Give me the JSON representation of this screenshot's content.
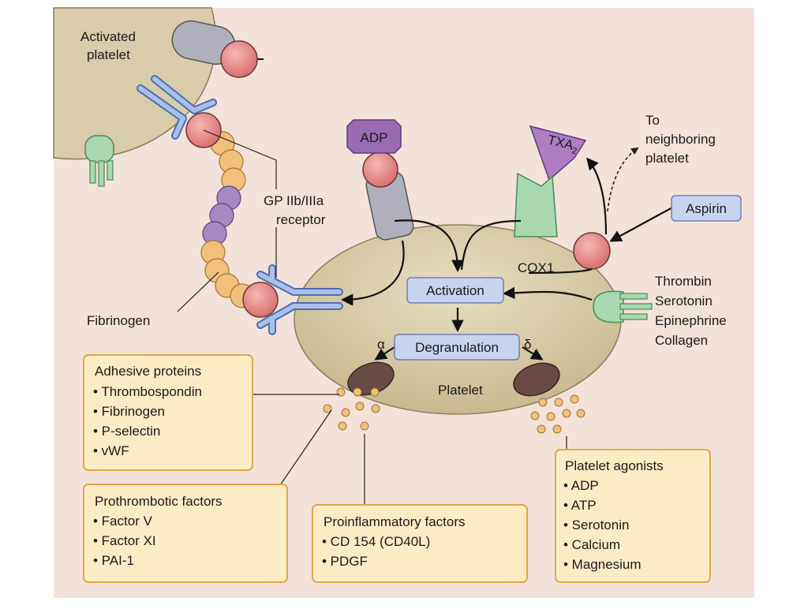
{
  "labels": {
    "activated_platelet_1": "Activated",
    "activated_platelet_2": "platelet",
    "adp_receptor": "ADP",
    "txa2": "TXA",
    "txa2_sub": "2",
    "to_neighboring_1": "To",
    "to_neighboring_2": "neighboring",
    "to_neighboring_3": "platelet",
    "gp_receptor_1": "GP IIb/IIIa",
    "gp_receptor_2": "receptor",
    "fibrinogen": "Fibrinogen",
    "cox1": "COX1",
    "platelet": "Platelet",
    "alpha": "α",
    "delta": "δ",
    "agonists": [
      "Thrombin",
      "Serotonin",
      "Epinephrine",
      "Collagen"
    ]
  },
  "pills": {
    "aspirin": "Aspirin",
    "activation": "Activation",
    "degranulation": "Degranulation"
  },
  "boxes": {
    "adhesive": {
      "title": "Adhesive proteins",
      "items": [
        "• Thrombospondin",
        "• Fibrinogen",
        "• P-selectin",
        "• vWF"
      ]
    },
    "prothrombotic": {
      "title": "Prothrombotic factors",
      "items": [
        "• Factor V",
        "• Factor XI",
        "• PAI-1"
      ]
    },
    "proinflammatory": {
      "title": "Proinflammatory factors",
      "items": [
        "• CD 154 (CD40L)",
        "• PDGF"
      ]
    },
    "agonists": {
      "title": "Platelet agonists",
      "items": [
        "• ADP",
        "• ATP",
        "• Serotonin",
        "• Calcium",
        "• Magnesium"
      ]
    }
  },
  "colors": {
    "background": "#f3e2da",
    "platelet": "#d8ccaa",
    "pill_fill": "#c8d4ef",
    "pill_stroke": "#6c7fb3",
    "box_fill": "#fbecc6",
    "box_stroke": "#e0a64a",
    "receptor_ball": "#e88f8f",
    "granule": "#6a4a44",
    "bead_orange": "#f1c07a",
    "bead_purple": "#a58ac2"
  }
}
